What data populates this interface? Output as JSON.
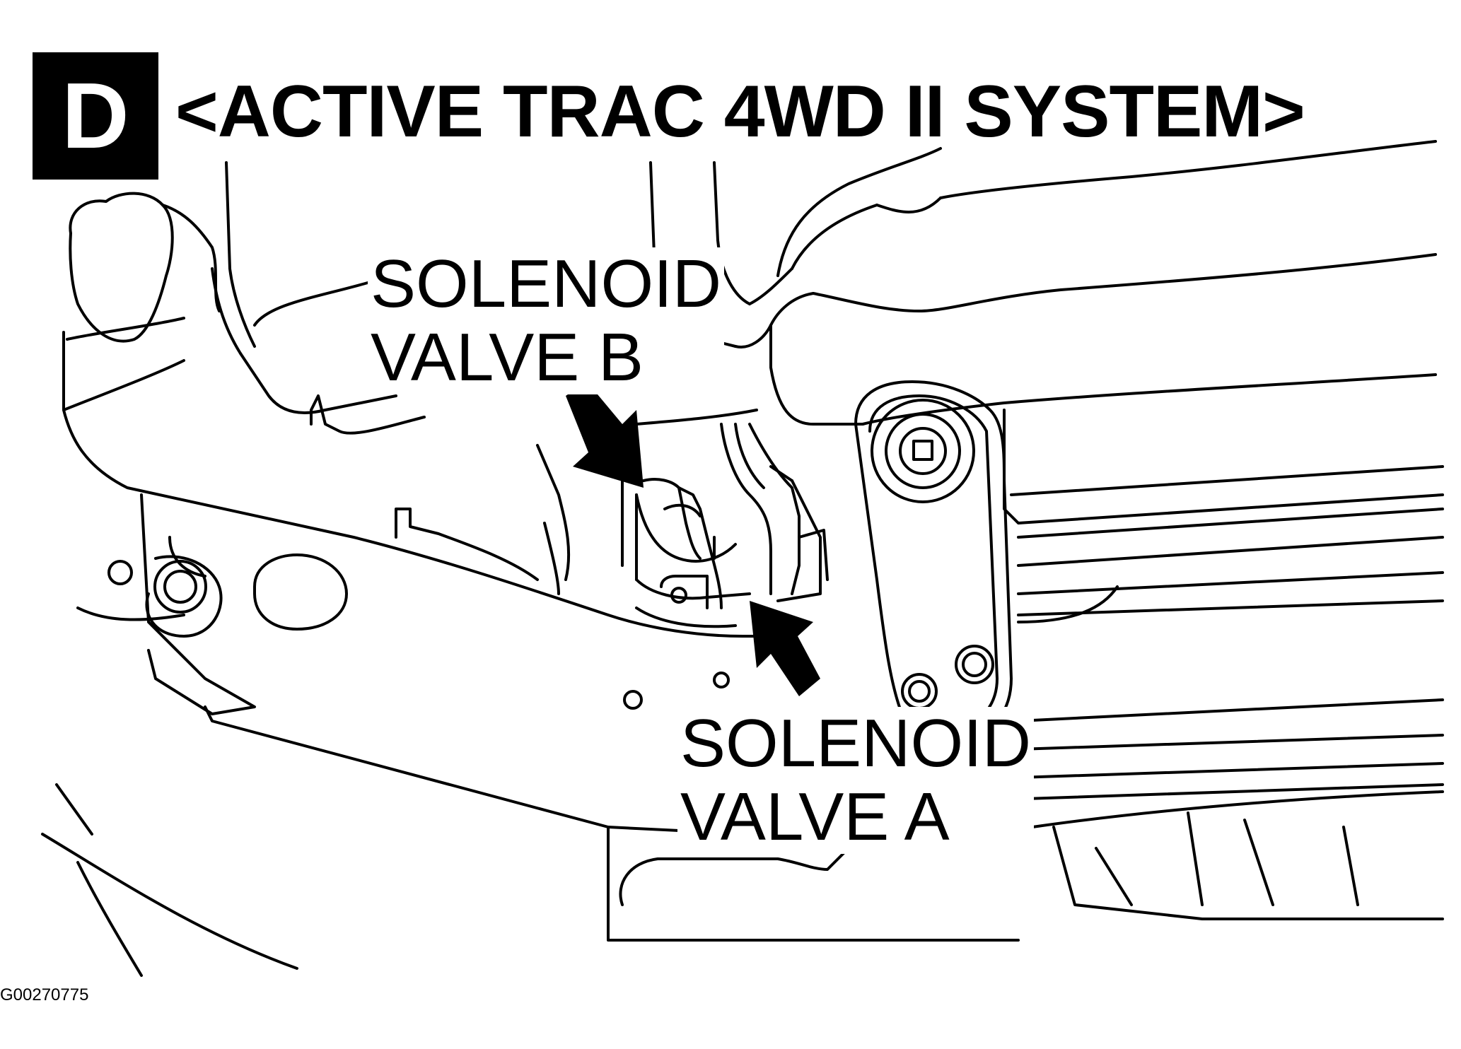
{
  "badge": {
    "letter": "D"
  },
  "title": "<ACTIVE TRAC 4WD II SYSTEM>",
  "callouts": {
    "valve_b": {
      "line1": "SOLENOID",
      "line2": "VALVE B"
    },
    "valve_a": {
      "line1": "SOLENOID",
      "line2": "VALVE A"
    }
  },
  "figure_id": "G00270775"
}
